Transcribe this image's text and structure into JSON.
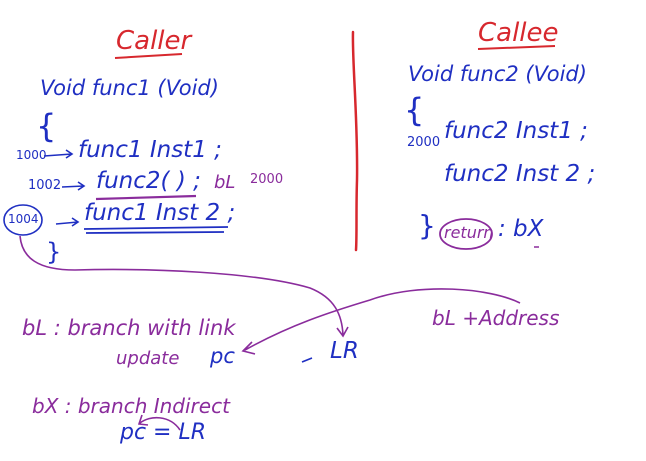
{
  "caller": {
    "heading": "Caller",
    "signature": "Void func1 (Void)",
    "open_brace": "{",
    "close_brace": "}",
    "lines": [
      {
        "addr": "1000",
        "code": "func1 Inst1 ;"
      },
      {
        "addr": "1002",
        "code": "func2( ) ;",
        "call_note": "bL",
        "target": "2000"
      },
      {
        "addr": "1004",
        "code": "func1 Inst 2 ;"
      }
    ]
  },
  "callee": {
    "heading": "Callee",
    "signature": "Void func2 (Void)",
    "open_brace": "{",
    "close_brace": "}",
    "start_addr": "2000",
    "lines": [
      "func2 Inst1 ;",
      "func2 Inst 2 ;"
    ],
    "return_label": "return",
    "return_instr": ": bX"
  },
  "notes": {
    "bl_definition": "bL : branch with link",
    "bl_update": "update",
    "pc": "pc",
    "lr": "LR",
    "bl_address": "bL    +Address",
    "bx_definition": "bX : branch Indirect",
    "bx_update": "pc = LR"
  },
  "colors": {
    "heading": "#d7282e",
    "divider": "#d7282e",
    "code": "#1f2fc2",
    "annotation": "#8a2c9c"
  }
}
